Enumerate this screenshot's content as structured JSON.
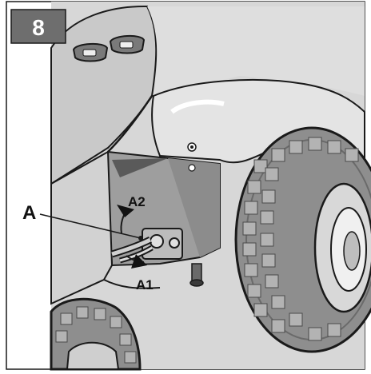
{
  "figure": {
    "step_number": "8",
    "callouts": {
      "part": "A",
      "direction_up": "A2",
      "direction_down": "A1"
    },
    "colors": {
      "body_panel": "#d9d9d9",
      "shadow_panel": "#9c9c9c",
      "tire": "#8a8a8a",
      "tread": "#b5b5b5",
      "outline": "#1a1a1a",
      "badge": "#6e6e6e"
    }
  }
}
